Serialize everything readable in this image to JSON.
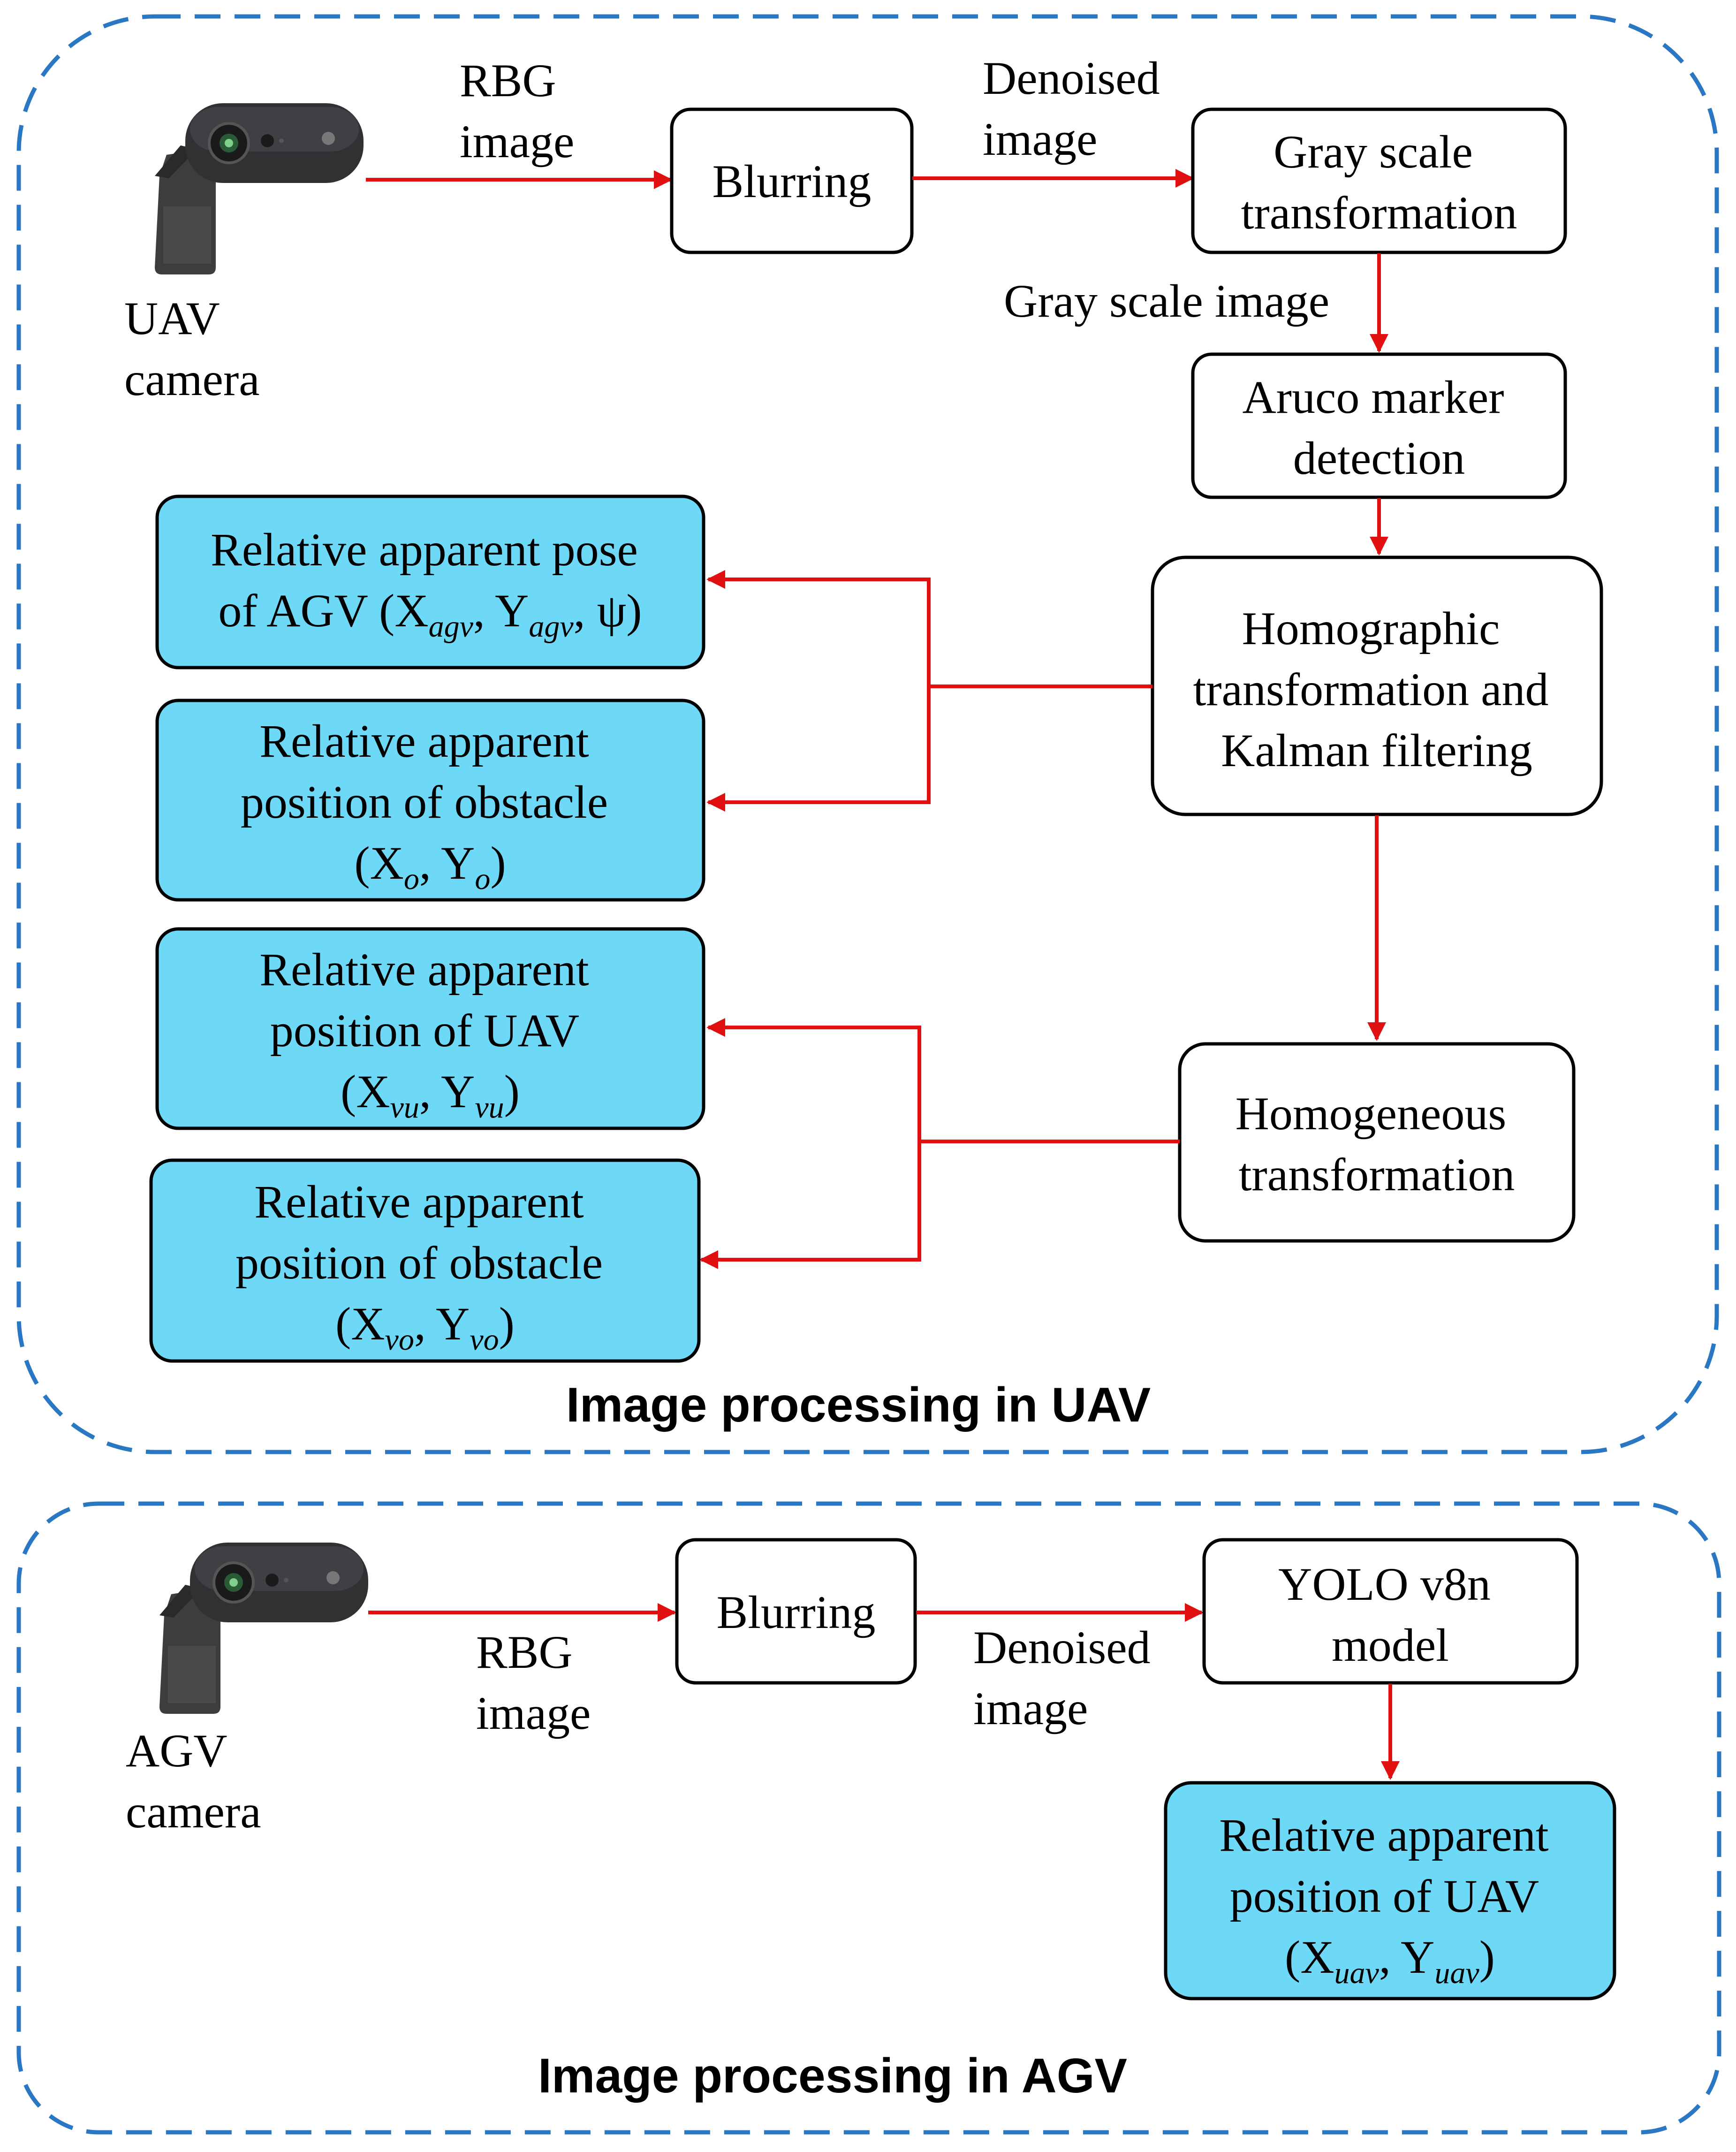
{
  "colors": {
    "panel_border": "#2a78c4",
    "arrow": "#e01010",
    "output_box_fill": "#6dd9f7",
    "box_border": "#000000"
  },
  "uav_panel": {
    "title": "Image processing in UAV",
    "camera_label": [
      "UAV",
      "camera"
    ],
    "camera_icon": "webcam-icon",
    "edges": {
      "rbg_image": [
        "RBG",
        "image"
      ],
      "denoised_image": [
        "Denoised",
        "image"
      ],
      "gray_scale_image": "Gray scale image"
    },
    "boxes": {
      "blurring": "Blurring",
      "gray_scale": [
        "Gray scale",
        "transformation"
      ],
      "aruco": [
        "Aruco marker",
        "detection"
      ],
      "homographic": [
        "Homographic",
        "transformation and",
        "Kalman filtering"
      ],
      "homogeneous": [
        "Homogeneous",
        "transformation"
      ]
    },
    "outputs": {
      "pose_agv": [
        "Relative apparent pose",
        "of AGV (X",
        "agv",
        ", Y",
        "agv",
        ", ψ)"
      ],
      "obstacle": [
        "Relative apparent",
        "position of obstacle",
        "(X",
        "o",
        ", Y",
        "o",
        ")"
      ],
      "position_uav": [
        "Relative apparent",
        "position of UAV",
        "(X",
        "vu",
        ", Y",
        "vu",
        ")"
      ],
      "obstacle_v": [
        "Relative apparent",
        "position of obstacle",
        "(X",
        "vo",
        ", Y",
        "vo",
        ")"
      ]
    }
  },
  "agv_panel": {
    "title": "Image processing in AGV",
    "camera_label": [
      "AGV",
      "camera"
    ],
    "camera_icon": "webcam-icon",
    "edges": {
      "rbg_image": [
        "RBG",
        "image"
      ],
      "denoised_image": [
        "Denoised",
        "image"
      ]
    },
    "boxes": {
      "blurring": "Blurring",
      "yolo": [
        "YOLO v8n",
        "model"
      ]
    },
    "outputs": {
      "position_uav": [
        "Relative apparent",
        "position of UAV",
        "(X",
        "uav",
        ", Y",
        "uav",
        ")"
      ]
    }
  }
}
